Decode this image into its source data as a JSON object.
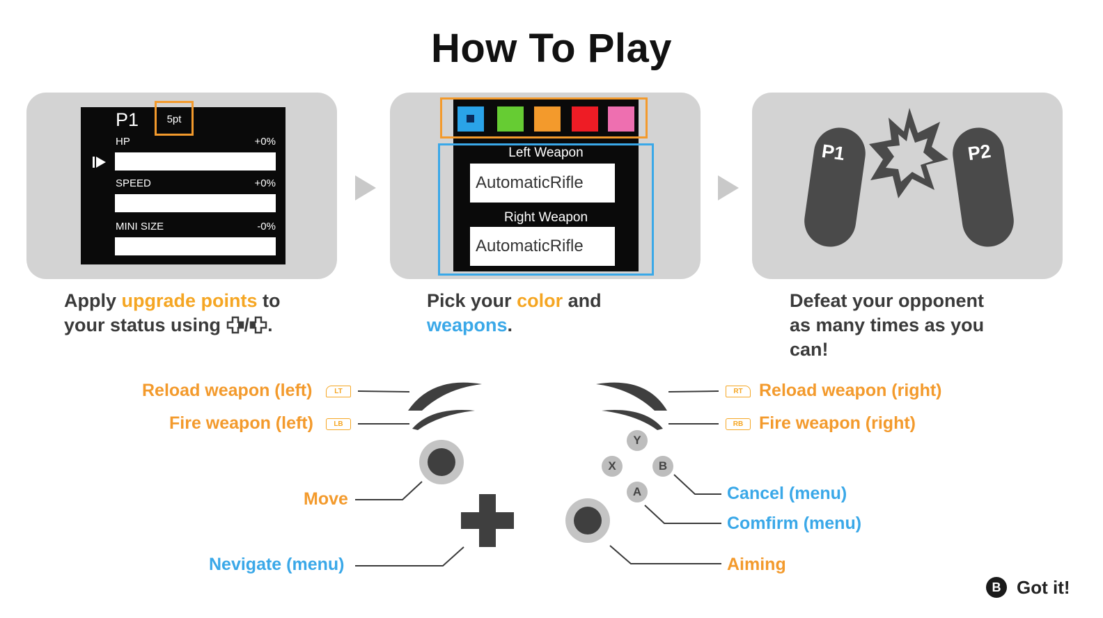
{
  "title": "How To Play",
  "colors": {
    "panel_bg": "#d3d3d3",
    "orange_accent": "#f5a623",
    "blue_accent": "#3aa8e8",
    "swatch_blue": "#2aa3e8",
    "swatch_green": "#66cc33",
    "swatch_orange": "#f39a2c",
    "swatch_red": "#ee1c25",
    "swatch_pink": "#ee6fb0"
  },
  "panel1": {
    "player": "P1",
    "points": "5pt",
    "stats": [
      {
        "label": "HP",
        "value": "+0%"
      },
      {
        "label": "SPEED",
        "value": "+0%"
      },
      {
        "label": "MINI SIZE",
        "value": "-0%"
      }
    ],
    "desc": {
      "part1": "Apply ",
      "highlight": "upgrade points",
      "part2": " to",
      "line2": "your status using ",
      "line2_tail": "."
    }
  },
  "panel2": {
    "left_weapon_label": "Left Weapon",
    "left_weapon_value": "AutomaticRifle",
    "right_weapon_label": "Right Weapon",
    "right_weapon_value": "AutomaticRifle",
    "desc": {
      "part1": "Pick your ",
      "color_word": "color",
      "part2": " and",
      "weapons_word": "weapons",
      "tail": "."
    }
  },
  "panel3": {
    "p1": "P1",
    "p2": "P2",
    "desc": {
      "line1": "Defeat your opponent",
      "line2": "as many times as you",
      "line3": "can!"
    }
  },
  "controls": {
    "reload_left": "Reload weapon (left)",
    "lt": "LT",
    "fire_left": "Fire weapon (left)",
    "lb": "LB",
    "move": "Move",
    "navigate": "Nevigate (menu)",
    "reload_right": "Reload weapon (right)",
    "rt": "RT",
    "fire_right": "Fire weapon (right)",
    "rb": "RB",
    "cancel": "Cancel (menu)",
    "confirm": "Comfirm (menu)",
    "aiming": "Aiming",
    "btn_y": "Y",
    "btn_x": "X",
    "btn_b": "B",
    "btn_a": "A"
  },
  "footer": {
    "button": "B",
    "label": "Got it!"
  }
}
